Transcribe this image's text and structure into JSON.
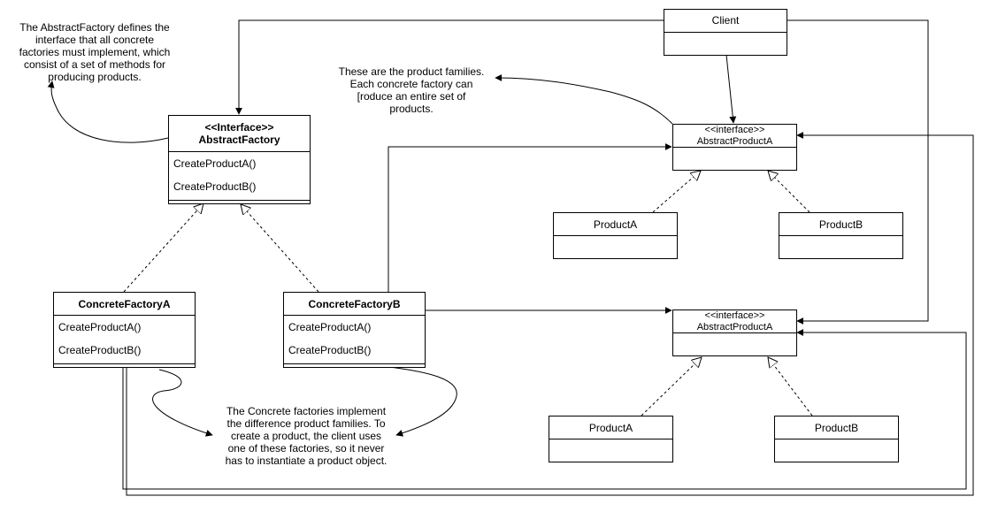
{
  "client": {
    "label": "Client"
  },
  "abstract_factory": {
    "stereotype": "<<Interface>>",
    "name": "AbstractFactory",
    "methods": [
      "CreateProductA()",
      "CreateProductB()"
    ]
  },
  "concrete_factory_a": {
    "name": "ConcreteFactoryA",
    "methods": [
      "CreateProductA()",
      "CreateProductB()"
    ]
  },
  "concrete_factory_b": {
    "name": "ConcreteFactoryB",
    "methods": [
      "CreateProductA()",
      "CreateProductB()"
    ]
  },
  "abstract_product_top": {
    "stereotype": "<<interface>>",
    "name": "AbstractProductA"
  },
  "abstract_product_bottom": {
    "stereotype": "<<interface>>",
    "name": "AbstractProductA"
  },
  "product_a_top": {
    "name": "ProductA"
  },
  "product_b_top": {
    "name": "ProductB"
  },
  "product_a_bottom": {
    "name": "ProductA"
  },
  "product_b_bottom": {
    "name": "ProductB"
  },
  "notes": {
    "abstract_factory": [
      "The AbstractFactory defines the",
      "interface that all concrete",
      "factories must implement, which",
      "consist of a set of methods for",
      "producing products."
    ],
    "product_families": [
      "These are the product families.",
      "Each concrete factory can",
      "[roduce an entire set of",
      "products."
    ],
    "concrete_factories": [
      "The Concrete factories implement",
      "the difference product families. To",
      "create a product, the client uses",
      "one of these factories, so it never",
      "has to instantiate a product object."
    ]
  }
}
